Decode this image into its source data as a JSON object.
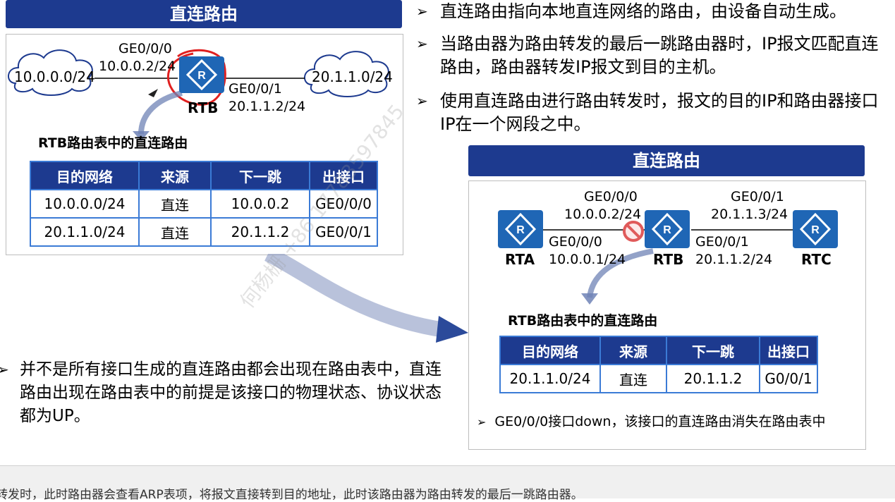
{
  "left": {
    "title": "直连路由",
    "left_cloud": "10.0.0.0/24",
    "right_cloud": "20.1.1.0/24",
    "if_top_name": "GE0/0/0",
    "if_top_ip": "10.0.0.2/24",
    "if_bot_name": "GE0/0/1",
    "if_bot_ip": "20.1.1.2/24",
    "router": "RTB",
    "table_caption": "RTB路由表中的直连路由",
    "headers": [
      "目的网络",
      "来源",
      "下一跳",
      "出接口"
    ],
    "rows": [
      [
        "10.0.0.0/24",
        "直连",
        "10.0.0.2",
        "GE0/0/0"
      ],
      [
        "20.1.1.0/24",
        "直连",
        "20.1.1.2",
        "GE0/0/1"
      ]
    ]
  },
  "bullets": [
    "直连路由指向本地直连网络的路由，由设备自动生成。",
    "当路由器为路由转发的最后一跳路由器时，IP报文匹配直连路由，路由器转发IP报文到目的主机。",
    "使用直连路由进行路由转发时，报文的目的IP和路由器接口IP在一个网段之中。"
  ],
  "left_bullet": "并不是所有接口生成的直连路由都会出现在路由表中，直连路由出现在路由表中的前提是该接口的物理状态、协议状态都为UP。",
  "right": {
    "title": "直连路由",
    "rta": "RTA",
    "rtb": "RTB",
    "rtc": "RTC",
    "rta_if": "GE0/0/0",
    "rta_ip": "10.0.0.1/24",
    "rtb_left_if": "GE0/0/0",
    "rtb_left_ip": "10.0.0.2/24",
    "rtb_right_if": "GE0/0/1",
    "rtb_right_ip": "20.1.1.2/24",
    "rtc_if": "GE0/0/1",
    "rtc_ip": "20.1.1.3/24",
    "table_caption": "RTB路由表中的直连路由",
    "headers": [
      "目的网络",
      "来源",
      "下一跳",
      "出接口"
    ],
    "rows": [
      [
        "20.1.1.0/24",
        "直连",
        "20.1.1.2",
        "G0/0/1"
      ]
    ],
    "note": "GE0/0/0接口down，该接口的直连路由消失在路由表中"
  },
  "watermark": "何杨栅 +86 17783597845",
  "footer": "转发时，此时路由器会查看ARP表项，将报文直接转到目的地址，此时该路由器为路由转发的最后一跳路由器。",
  "colors": {
    "accent": "#1d3a8f",
    "router": "#1f66b5",
    "table_border": "#3b7bd6",
    "annotation": "#e02020"
  }
}
